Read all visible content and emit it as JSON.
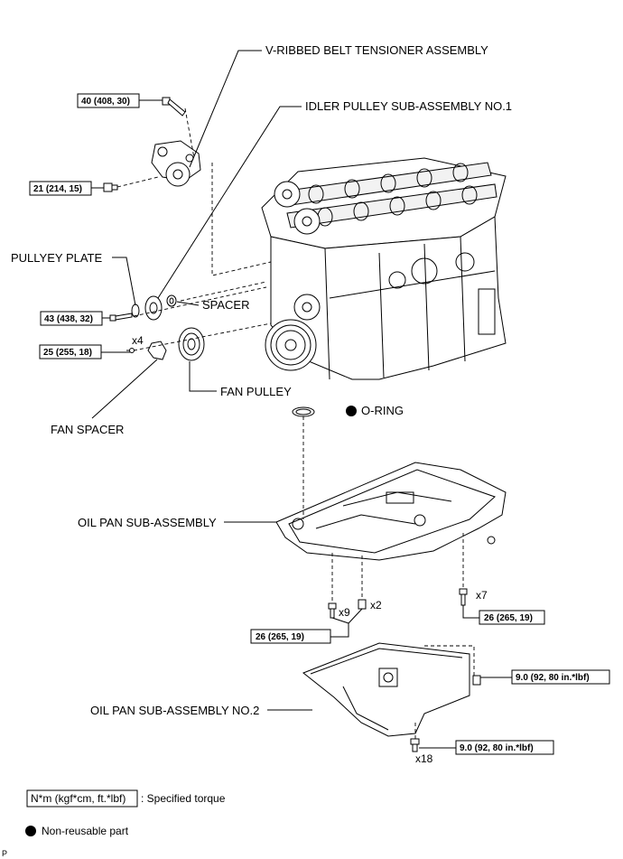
{
  "labels": {
    "tensioner": "V-RIBBED BELT TENSIONER ASSEMBLY",
    "idler": "IDLER PULLEY SUB-ASSEMBLY NO.1",
    "pulley_plate": "PULLYEY PLATE",
    "spacer": "SPACER",
    "fan_pulley": "FAN PULLEY",
    "fan_spacer": "FAN SPACER",
    "o_ring": "O-RING",
    "oil_pan": "OIL PAN SUB-ASSEMBLY",
    "oil_pan_no2": "OIL PAN SUB-ASSEMBLY NO.2"
  },
  "torques": {
    "t40": "40 (408, 30)",
    "t21": "21 (214, 15)",
    "t43": "43 (438, 32)",
    "t25": "25 (255, 18)",
    "t26a": "26 (265, 19)",
    "t26b": "26 (265, 19)",
    "t9a": "9.0 (92, 80 in.*lbf)",
    "t9b": "9.0 (92, 80 in.*lbf)"
  },
  "counts": {
    "x4": "x4",
    "x7": "x7",
    "x9": "x9",
    "x2": "x2",
    "x18": "x18"
  },
  "legend": {
    "torque_box": "N*m (kgf*cm, ft.*lbf)",
    "torque_text": ": Specified torque",
    "nonreusable_text": "Non-reusable part"
  },
  "corner_code": "P"
}
